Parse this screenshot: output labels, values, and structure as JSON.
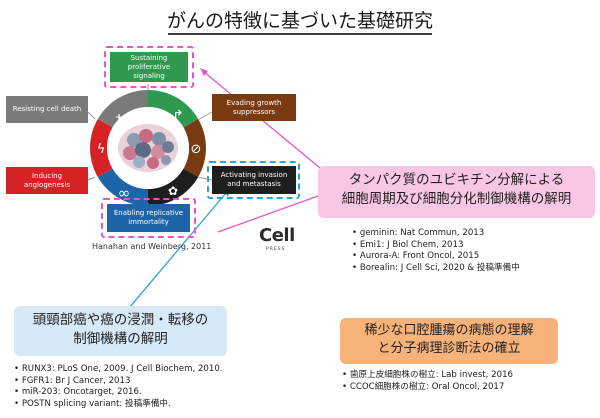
{
  "title": "がんの特徴に基づいた基礎研究",
  "hallmarks": {
    "sustaining": "Sustaining proliferative signaling",
    "evading": "Evading growth suppressors",
    "resisting": "Resisting cell death",
    "inducing": "Inducing angiogenesis",
    "invasion": "Activating invasion and metastasis",
    "immortality": "Enabling replicative immortality"
  },
  "citation": "Hanahan and Weinberg, 2011",
  "journal_logo": {
    "name": "Cell",
    "sub": "PRESS"
  },
  "panels": {
    "ubiquitin": {
      "line1": "タンパク質のユビキチン分解による",
      "line2": "細胞周期及び細胞分化制御機構の解明",
      "refs": [
        "geminin: Nat Commun, 2013",
        "Emi1: J Biol Chem, 2013",
        "Aurora-A: Front Oncol, 2015",
        "Borealin: J Cell Sci, 2020 & 投稿準備中"
      ]
    },
    "head_neck": {
      "line1": "頭頸部癌や癌の浸潤・転移の",
      "line2": "制御機構の解明",
      "refs": [
        "RUNX3: PLoS One, 2009. J Cell Biochem, 2010.",
        "FGFR1: Br J Cancer, 2013",
        "miR-203: Oncotarget, 2016.",
        "POSTN splicing variant: 投稿準備中."
      ]
    },
    "oral_tumor": {
      "line1": "稀少な口腔腫瘍の病態の理解",
      "line2": "と分子病理診断法の確立",
      "refs": [
        "歯原上皮細胞株の樹立: Lab invest, 2016",
        "CCOC細胞株の樹立: Oral Oncol, 2017"
      ]
    }
  },
  "colors": {
    "green": "#2f9a4f",
    "brown": "#7a3a12",
    "black": "#1e1e1e",
    "blue": "#1d64a8",
    "red": "#d42225",
    "gray": "#7a7a7a",
    "pink_dash": "#e458c6",
    "blue_dash": "#2ea3da"
  }
}
